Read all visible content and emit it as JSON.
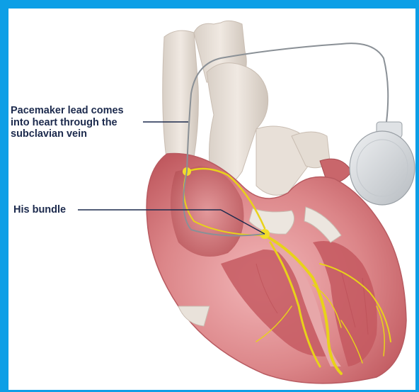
{
  "annotations": {
    "lead_lines": [
      "Pacemaker lead comes",
      "into heart through the",
      "subclavian vein"
    ],
    "his_bundle": "His bundle"
  },
  "colors": {
    "border": "#0d9fe6",
    "background": "#ffffff",
    "label_text": "#1c2a4d",
    "leader_line": "#1c2a4d",
    "conduction_system": "#e8d21a",
    "myocardium": "#d97b80",
    "vessels": "#e6ddd4",
    "pacemaker_device": "#d4d8dc"
  },
  "illustration": {
    "subject": "heart-cross-section-with-pacemaker"
  }
}
